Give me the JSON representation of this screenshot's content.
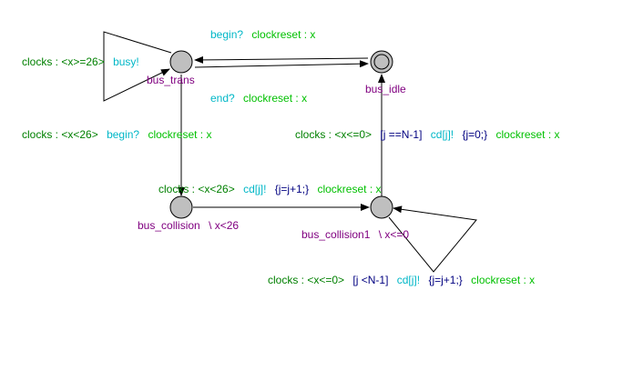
{
  "colors": {
    "location_name": "#800080",
    "invariant": "#800080",
    "clocks": "#008000",
    "sync": "#00b7c7",
    "update_reset": "#00c000",
    "guard": "#000080",
    "update_assign": "#000080",
    "node_fill": "#bfbfbf",
    "edge": "#000000"
  },
  "locations": {
    "bus_trans": {
      "name": "bus_trans",
      "initial": false
    },
    "bus_idle": {
      "name": "bus_idle",
      "initial": true
    },
    "bus_collision": {
      "name": "bus_collision",
      "invariant": "\\ x<26"
    },
    "bus_collision1": {
      "name": "bus_collision1",
      "invariant": "\\ x<=0"
    }
  },
  "edges": {
    "idle_to_trans": {
      "sync": "begin?",
      "update": "clockreset : x"
    },
    "trans_to_idle": {
      "sync": "end?",
      "update": "clockreset : x"
    },
    "trans_self": {
      "clocks": "clocks : <x>=26>",
      "sync": "busy!"
    },
    "trans_to_collision": {
      "clocks": "clocks : <x<26>",
      "sync": "begin?",
      "update": "clockreset : x"
    },
    "collision_to_collision1": {
      "clocks": "clocks : <x<26>",
      "sync": "cd[j]!",
      "assign": "{j=j+1;}",
      "update": "clockreset : x"
    },
    "collision1_to_idle": {
      "clocks": "clocks : <x<=0>",
      "guard": "[j ==N-1]",
      "sync": "cd[j]!",
      "assign": "{j=0;}",
      "update": "clockreset : x"
    },
    "collision1_self": {
      "clocks": "clocks : <x<=0>",
      "guard": "[j <N-1]",
      "sync": "cd[j]!",
      "assign": "{j=j+1;}",
      "update": "clockreset : x"
    }
  }
}
